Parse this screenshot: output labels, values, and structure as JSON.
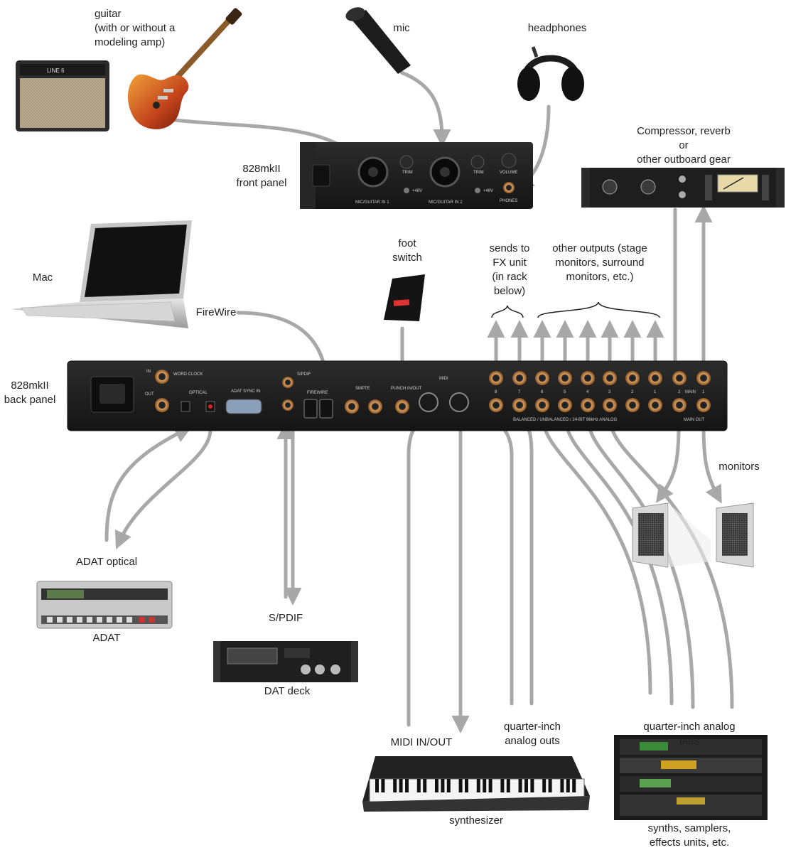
{
  "labels": {
    "guitar": "guitar\n(with or without a\nmodeling amp)",
    "mic": "mic",
    "headphones": "headphones",
    "front_panel": "828mkII\nfront panel",
    "outboard": "Compressor, reverb or\nother outboard gear",
    "mac": "Mac",
    "firewire": "FireWire",
    "foot_switch": "foot\nswitch",
    "sends": "sends to\nFX unit\n(in rack\nbelow)",
    "other_outputs": "other outputs (stage\nmonitors, surround\nmonitors, etc.)",
    "back_panel": "828mkII\nback panel",
    "monitors": "monitors",
    "adat_optical": "ADAT optical",
    "adat": "ADAT",
    "spdif": "S/PDIF",
    "dat_deck": "DAT deck",
    "midi_inout": "MIDI IN/OUT",
    "quarter_inch_analog_outs_left": "quarter-inch\nanalog outs",
    "quarter_inch_analog_outs_right": "quarter-inch analog outs",
    "synthesizer": "synthesizer",
    "synths_rack": "synths, samplers, effects units, etc."
  },
  "panel_marks": {
    "front_input_1": "MIC/GUITAR IN 1",
    "front_input_2": "MIC/GUITAR IN 2",
    "front_trim": "TRIM",
    "front_volume": "VOLUME",
    "front_phones": "PHONES",
    "front_48v": "+48V",
    "back_in": "IN",
    "back_out": "OUT",
    "back_word_clock": "WORD CLOCK",
    "back_optical": "OPTICAL",
    "back_adat_sync": "ADAT SYNC IN",
    "back_spdif": "S/PDIF",
    "back_firewire": "FIREWIRE",
    "back_smpte": "SMPTE",
    "back_punch": "PUNCH IN/OUT",
    "back_midi": "MIDI",
    "back_analog": "BALANCED / UNBALANCED / 24-BIT 96kHz ANALOG",
    "back_main": "MAIN",
    "back_main_out": "MAIN OUT",
    "ch8": "8",
    "ch7": "7",
    "ch6": "6",
    "ch5": "5",
    "ch4": "4",
    "ch3": "3",
    "ch2": "2",
    "ch1": "1",
    "main2": "2",
    "main1": "1",
    "amp_logo": "LINE 6"
  },
  "colors": {
    "arrow": "#a8a8a8",
    "panel": "#1f1f1f",
    "panel_edge": "#0c0c0c",
    "jack": "#b87a3a",
    "text": "#222222"
  }
}
